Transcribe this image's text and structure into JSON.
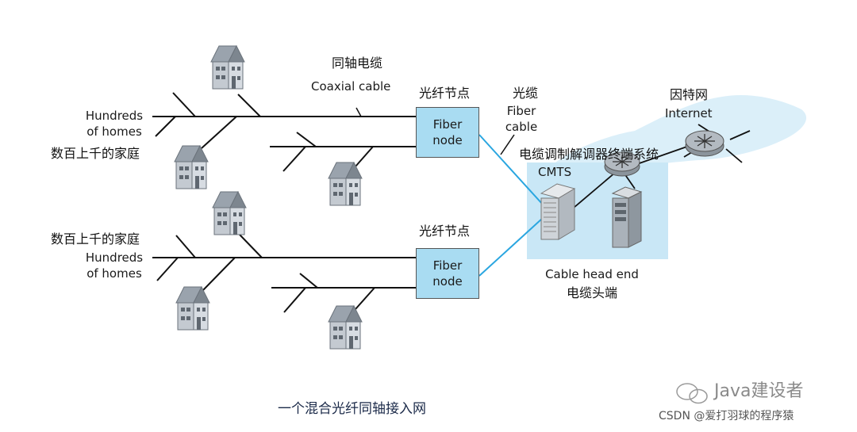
{
  "labels": {
    "coax_cn": "同轴电缆",
    "coax_en": "Coaxial cable",
    "fiber_node_cn_1": "光纤节点",
    "fiber_node_cn_2": "光纤节点",
    "fiber_node_box_1": "Fiber\nnode",
    "fiber_node_box_2": "Fiber\nnode",
    "fiber_cable_cn": "光缆",
    "fiber_cable_en": "Fiber\ncable",
    "internet_cn": "因特网",
    "internet_en": "Internet",
    "cmts_cn": "电缆调制解调器终端系统",
    "cmts_en": "CMTS",
    "hundreds_en_1": "Hundreds\nof homes",
    "hundreds_cn_1": "数百上千的家庭",
    "hundreds_cn_2": "数百上千的家庭",
    "hundreds_en_2": "Hundreds\nof homes",
    "headend_en": "Cable head end",
    "headend_cn": "电缆头端",
    "caption": "一个混合光纤同轴接入网",
    "watermark": "Java建设者",
    "csdn": "CSDN @爱打羽球的程序猿"
  },
  "colors": {
    "fiber_node_fill": "#a9dcf2",
    "fiber_link": "#2aa6e0",
    "headend_panel": "#c9e7f6",
    "internet_cloud": "#d7edf8",
    "cable": "#111111",
    "house": "#b7bec8"
  },
  "icons": [
    "house-icon",
    "router-icon",
    "cmts-rack-icon",
    "server-icon",
    "wechat-icon"
  ]
}
